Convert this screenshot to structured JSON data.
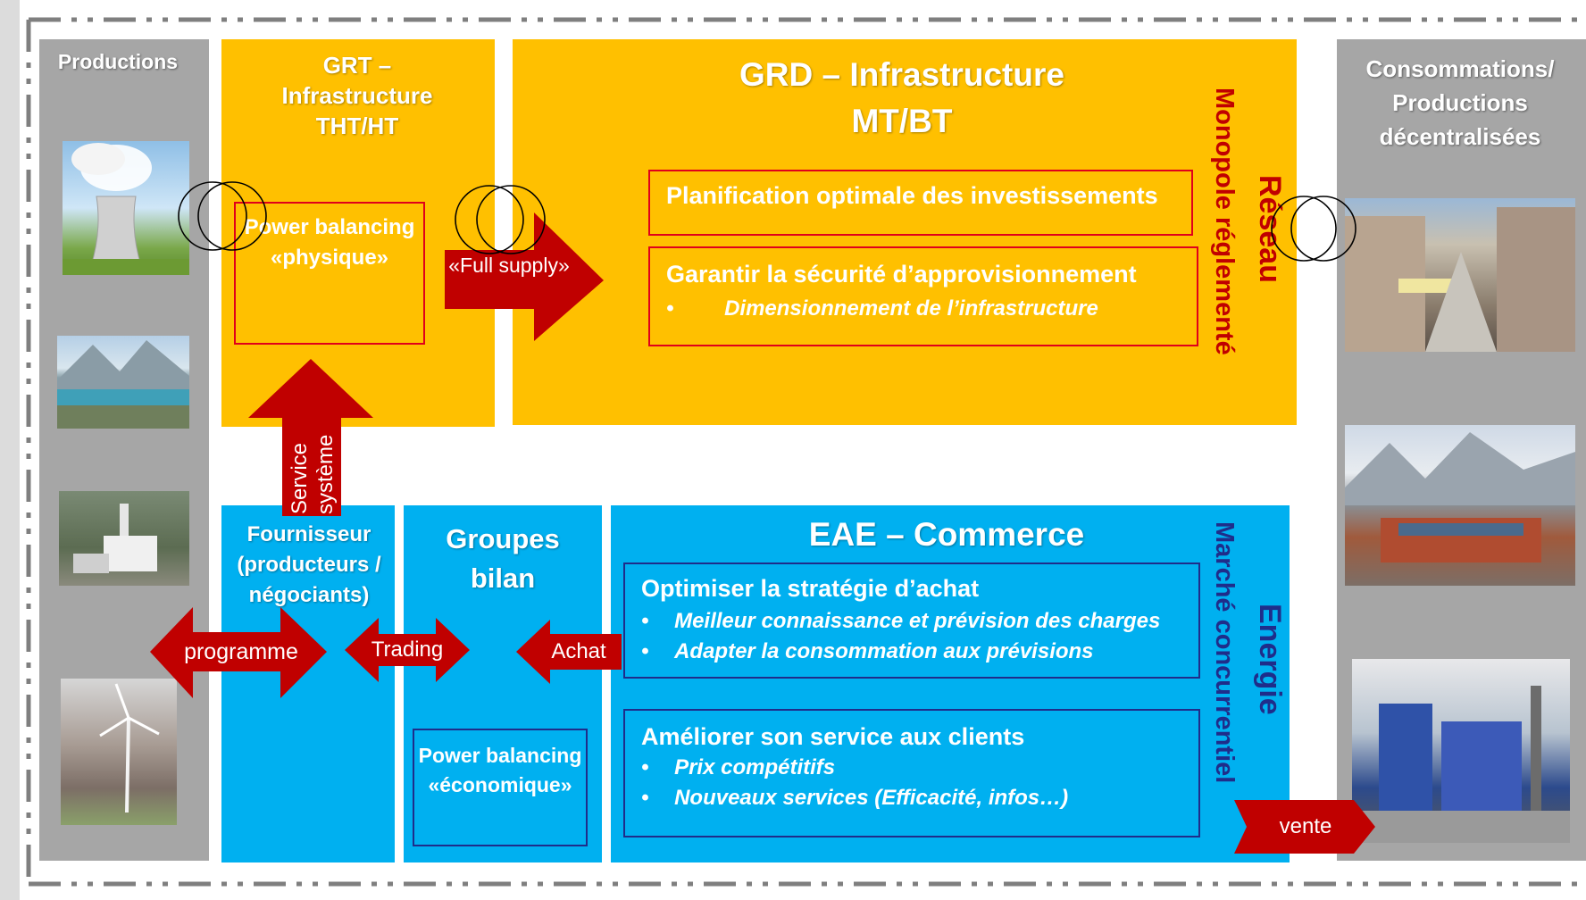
{
  "productions": {
    "title": "Productions"
  },
  "consommations": {
    "title": "Consommations/ Productions décentralisées"
  },
  "grt": {
    "title": "GRT – Infrastructure THT/HT",
    "power_balancing": "Power balancing «physique»"
  },
  "grd": {
    "title_line1": "GRD – Infrastructure",
    "title_line2": "MT/BT",
    "box1_title": "Planification optimale des investissements",
    "box2_title": "Garantir la sécurité d’approvisionnement",
    "box2_bullets": [
      "Dimensionnement de l’infrastructure"
    ],
    "side_label_1": "Réseau",
    "side_label_2": "Monopole réglementé"
  },
  "fournisseur": {
    "title": "Fournisseur (producteurs / négociants)"
  },
  "groupes_bilan": {
    "title": "Groupes bilan",
    "power_balancing": "Power balancing «économique»"
  },
  "eae": {
    "title": "EAE – Commerce",
    "box1_title": "Optimiser la stratégie d’achat",
    "box1_bullets": [
      "Meilleur connaissance et prévision des charges",
      "Adapter la consommation aux prévisions"
    ],
    "box2_title": "Améliorer son service aux clients",
    "box2_bullets": [
      "Prix compétitifs",
      "Nouveaux services (Efficacité, infos…)"
    ],
    "side_label_1": "Energie",
    "side_label_2": "Marché concurrentiel"
  },
  "arrows": {
    "full_supply": "«Full supply»",
    "service_systeme_1": "Service",
    "service_systeme_2": "système",
    "programme": "programme",
    "trading": "Trading",
    "achat": "Achat",
    "vente": "vente"
  },
  "bullet_char": "•",
  "colors": {
    "orange": "#ffc000",
    "blue": "#00b0f0",
    "gray": "#a6a6a6",
    "arrow_red": "#c00000",
    "box_red": "#e0001b",
    "box_navy": "#1f2d8a",
    "label_darkred": "#c00000",
    "label_navy": "#1f2d8a"
  },
  "icons": [
    "nuclear-plant-photo",
    "dam-lake-photo",
    "thermal-plant-photo",
    "wind-turbine-photo",
    "town-street-photo",
    "industrial-zone-photo",
    "industrial-plant-photo",
    "connector-rings-icon"
  ]
}
